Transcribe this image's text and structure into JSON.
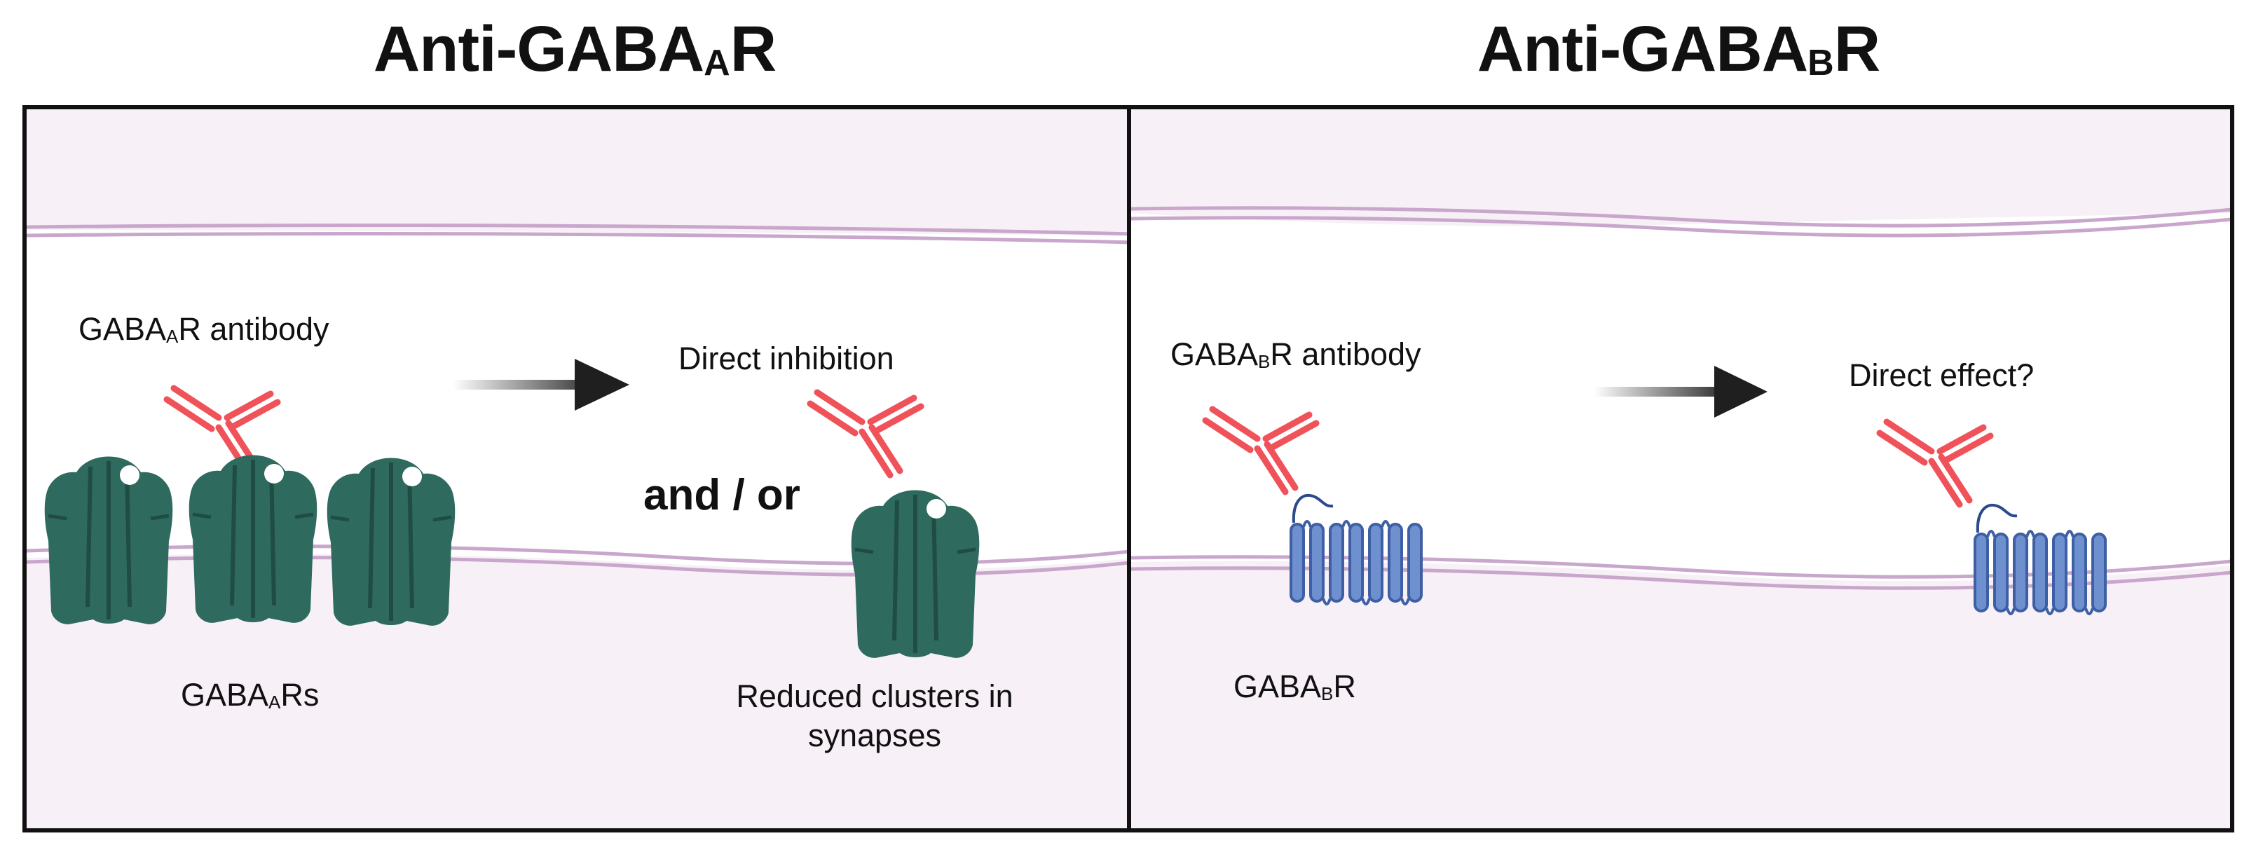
{
  "titles": {
    "left": {
      "main": "Anti-GABA",
      "sub": "A",
      "end": "R"
    },
    "right": {
      "main": "Anti-GABA",
      "sub": "B",
      "end": "R"
    }
  },
  "left_panel": {
    "antibody_label": {
      "main": "GABA",
      "sub": "A",
      "end": "R antibody"
    },
    "receptors_label": {
      "main": "GABA",
      "sub": "A",
      "end": "Rs"
    },
    "effect_1": "Direct inhibition",
    "connector": "and / or",
    "effect_2_line1": "Reduced clusters in",
    "effect_2_line2": "synapses"
  },
  "right_panel": {
    "antibody_label": {
      "main": "GABA",
      "sub": "B",
      "end": "R antibody"
    },
    "receptor_label": {
      "main": "GABA",
      "sub": "B",
      "end": "R"
    },
    "effect": "Direct effect?"
  },
  "colors": {
    "background_cell": "#f8f0f7",
    "membrane": "#c9a7cc",
    "antibody": "#f0525a",
    "gabaa_receptor": "#2f6a5e",
    "gabab_receptor": "#6f90cf",
    "arrow": "#1f1f1f"
  },
  "icons": [
    "antibody-icon",
    "gabaa-receptor-icon",
    "gabab-receptor-icon",
    "arrow-right-icon"
  ]
}
